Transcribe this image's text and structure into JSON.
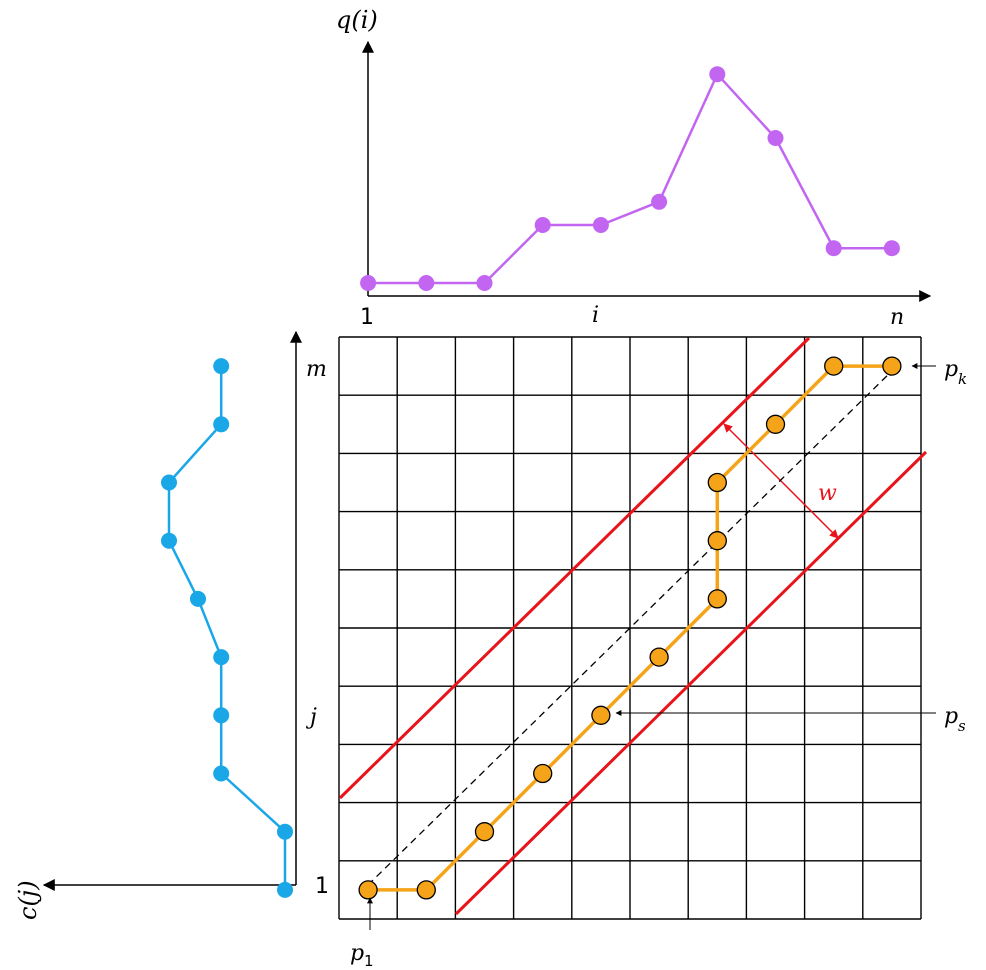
{
  "labels": {
    "q_axis": "q(i)",
    "c_axis": "c(j)",
    "i_axis": "i",
    "j_axis": "j",
    "one_x": "1",
    "one_y": "1",
    "n": "n",
    "m": "m",
    "window": "w",
    "p_first": "p",
    "p_first_sub": "1",
    "p_s": "p",
    "p_s_sub": "s",
    "p_k": "p",
    "p_k_sub": "k"
  },
  "grid": {
    "columns": 10,
    "rows": 10
  },
  "series_q": {
    "x": [
      1,
      2,
      3,
      4,
      5,
      6,
      7,
      8,
      9,
      10
    ],
    "values": [
      0,
      0,
      0,
      1,
      1,
      1.4,
      3.6,
      2.5,
      0.6,
      0.6
    ]
  },
  "series_c": {
    "y": [
      1,
      2,
      3,
      4,
      5,
      6,
      7,
      8,
      9,
      10
    ],
    "values": [
      0,
      0,
      1.1,
      1.1,
      1.1,
      1.5,
      2.0,
      2.0,
      1.1,
      1.1
    ]
  },
  "warp_path": [
    [
      1,
      1
    ],
    [
      2,
      1
    ],
    [
      3,
      2
    ],
    [
      4,
      3
    ],
    [
      5,
      4
    ],
    [
      6,
      5
    ],
    [
      7,
      6
    ],
    [
      7,
      7
    ],
    [
      7,
      8
    ],
    [
      8,
      9
    ],
    [
      9,
      10
    ],
    [
      10,
      10
    ]
  ],
  "colors": {
    "q_series": "#c266f2",
    "c_series": "#1aa7e8",
    "path": "#f5a419",
    "path_stroke": "#e6920a",
    "window": "#e8141b",
    "grid": "#000000"
  }
}
